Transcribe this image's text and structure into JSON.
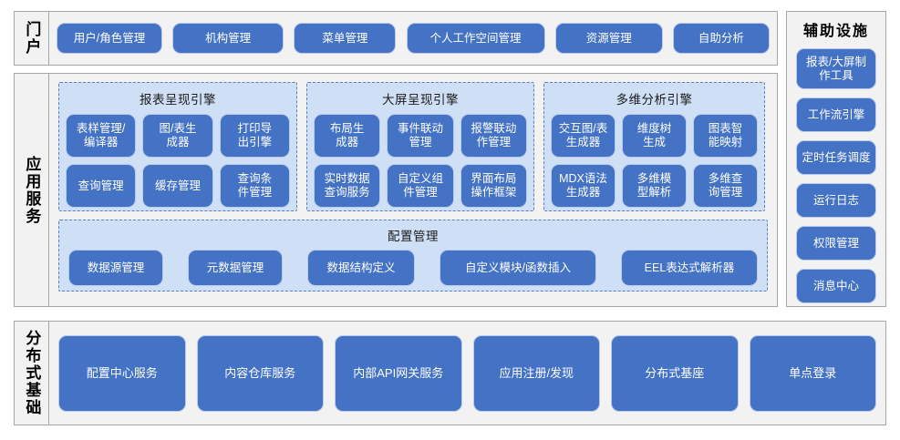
{
  "colors": {
    "button_blue": "#4472C4",
    "panel_blue": "#CFE0F6",
    "section_gray": "#F2F2F2",
    "border_gray": "#A6A6A6",
    "dashed_blue": "#5B7FBD"
  },
  "portal": {
    "label": "门户",
    "buttons": [
      "用户/角色管理",
      "机构管理",
      "菜单管理",
      "个人工作空间管理",
      "资源管理",
      "自助分析"
    ]
  },
  "app_services": {
    "label": "应用服务",
    "engines": [
      {
        "title": "报表呈现引擎",
        "items": [
          "表样管理/\n编译器",
          "图/表生\n成器",
          "打印导\n出引擎",
          "查询管理",
          "缓存管理",
          "查询条\n件管理"
        ]
      },
      {
        "title": "大屏呈现引擎",
        "items": [
          "布局生\n成器",
          "事件联动\n管理",
          "报警联动\n作管理",
          "实时数据\n查询服务",
          "自定义组\n件管理",
          "界面布局\n操作框架"
        ]
      },
      {
        "title": "多维分析引擎",
        "items": [
          "交互图/表\n生成器",
          "维度树\n生成",
          "图表智\n能映射",
          "MDX语法\n生成器",
          "多维模\n型解析",
          "多维查\n询管理"
        ]
      }
    ],
    "config": {
      "title": "配置管理",
      "items": [
        "数据源管理",
        "元数据管理",
        "数据结构定义",
        "自定义模块/函数插入",
        "EEL表达式解析器"
      ]
    }
  },
  "auxiliary": {
    "title": "辅助设施",
    "items": [
      "报表/大屏制\n作工具",
      "工作流引擎",
      "定时任务调度",
      "运行日志",
      "权限管理",
      "消息中心"
    ]
  },
  "distributed": {
    "label": "分布式基础",
    "buttons": [
      "配置中心服务",
      "内容仓库服务",
      "内部API网关服务",
      "应用注册/发现",
      "分布式基座",
      "单点登录"
    ]
  }
}
